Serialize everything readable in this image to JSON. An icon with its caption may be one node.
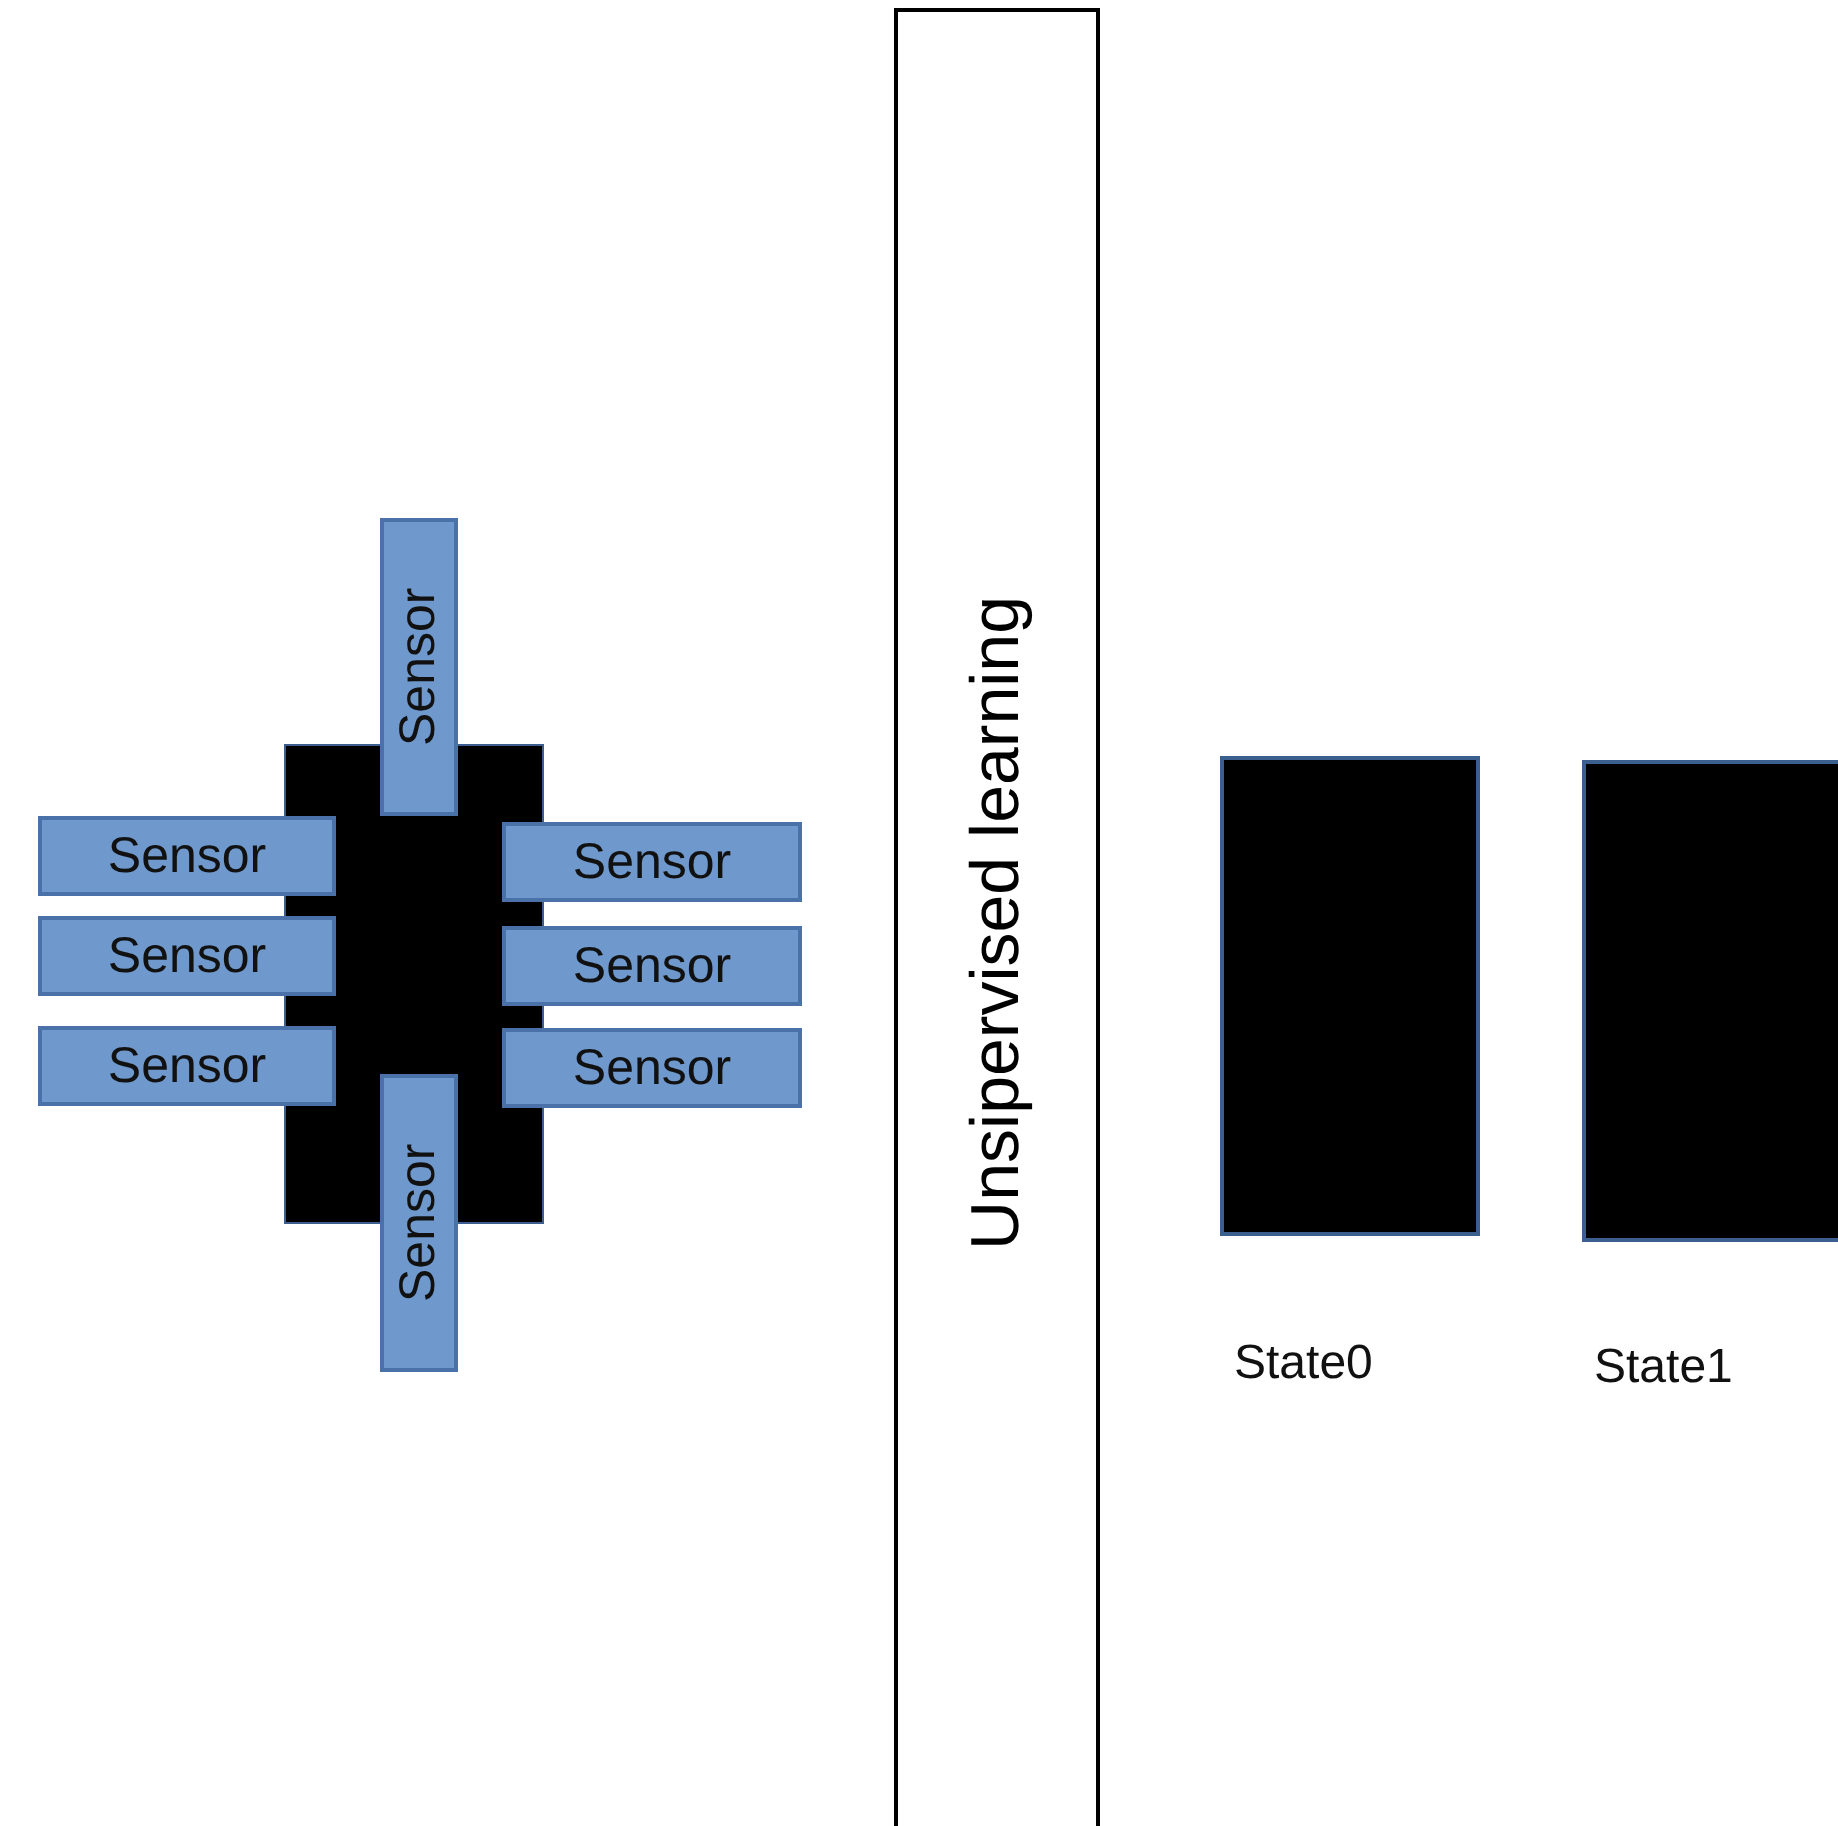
{
  "diagram": {
    "nodes": [
      {
        "text": [],
        "shape": "box"
      },
      {
        "text": [
          "Sensor"
        ]
      },
      {
        "text": [
          "Sensor"
        ]
      },
      {
        "text": [
          "Sensor"
        ]
      },
      {
        "text": [
          "Sensor"
        ]
      },
      {
        "text": [
          "Sensor"
        ]
      },
      {
        "text": [
          "Sensor"
        ]
      },
      {
        "text": [
          "Sensor"
        ]
      },
      {
        "text": [
          "Sensor"
        ]
      },
      {
        "text": [
          "Unsipervised learning"
        ]
      },
      {
        "text": [],
        "shape": "box",
        "beside": [
          "State0"
        ]
      },
      {
        "text": [],
        "shape": "box",
        "beside": [
          "State1"
        ]
      }
    ]
  }
}
